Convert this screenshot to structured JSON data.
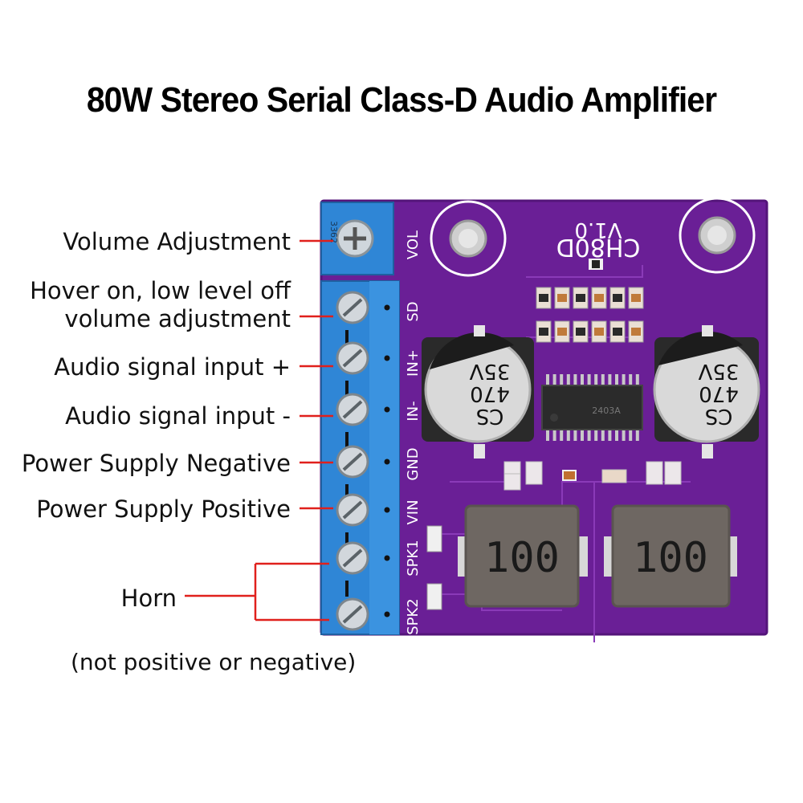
{
  "title": "80W Stereo Serial Class-D Audio Amplifier",
  "labels": {
    "volume": "Volume Adjustment",
    "sd_line1": "Hover on, low level off",
    "sd_line2": "volume adjustment",
    "in_plus": "Audio signal input +",
    "in_minus": "Audio signal input -",
    "gnd": "Power Supply Negative",
    "vin": "Power Supply Positive",
    "horn": "Horn",
    "note": "(not positive or negative)"
  },
  "board": {
    "model": "CH80D",
    "version": "V1.0",
    "color": "#6a1f96",
    "terminal_color": "#2f86d6",
    "pins": [
      "VOL",
      "SD",
      "IN+",
      "IN-",
      "GND",
      "VIN",
      "SPK1",
      "SPK2"
    ],
    "capacitor_brand": "CS",
    "capacitor_value": "470",
    "capacitor_voltage": "35V",
    "inductor_value": "100",
    "chip_marking": "2403A",
    "pot_marking": "3362"
  },
  "colors": {
    "leader": "#e0201c"
  }
}
